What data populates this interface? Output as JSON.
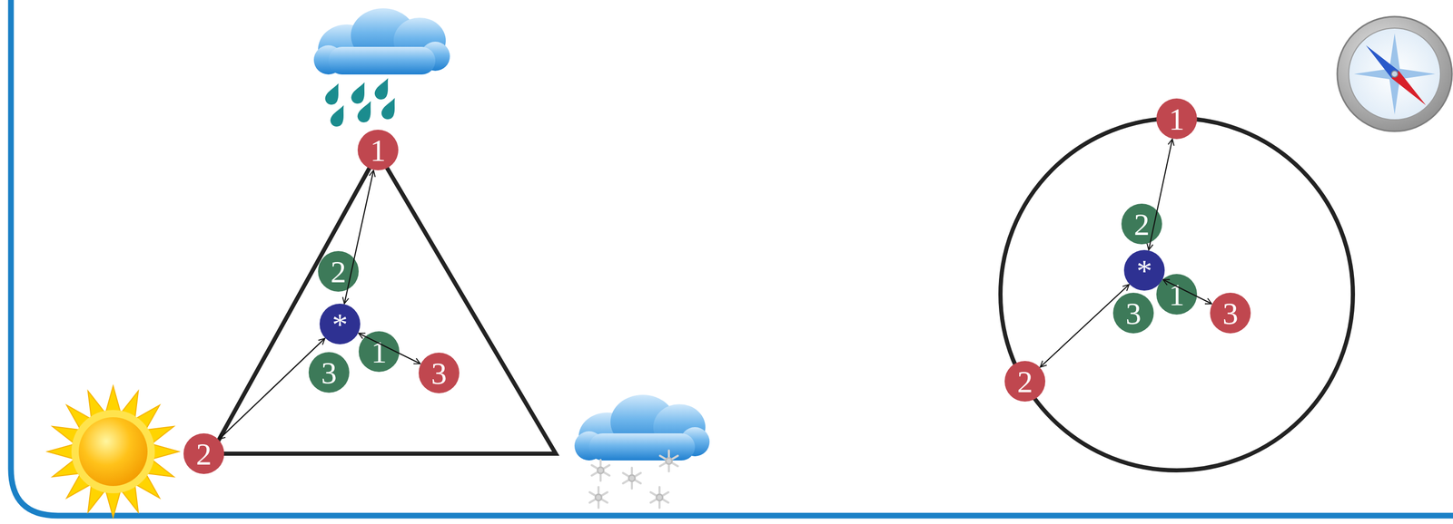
{
  "diagram": {
    "nodes": [
      {
        "text": [
          "1"
        ]
      },
      {
        "text": [
          "2"
        ]
      },
      {
        "text": [
          "*"
        ]
      },
      {
        "text": [
          "1"
        ]
      },
      {
        "text": [
          "3"
        ]
      },
      {
        "text": [
          "3"
        ]
      },
      {
        "text": [
          "2"
        ]
      },
      {
        "text": [
          "1"
        ]
      },
      {
        "text": [
          "2"
        ]
      },
      {
        "text": [
          "*"
        ]
      },
      {
        "text": [
          "1"
        ]
      },
      {
        "text": [
          "3"
        ]
      },
      {
        "text": [
          "3"
        ]
      },
      {
        "text": [
          "2"
        ]
      }
    ],
    "edges": [
      {
        "from": 2,
        "to": 0,
        "arrow": "both"
      },
      {
        "from": 2,
        "to": 6,
        "arrow": "both"
      },
      {
        "from": 2,
        "to": 4,
        "arrow": "both"
      },
      {
        "from": 9,
        "to": 7,
        "arrow": "both"
      },
      {
        "from": 9,
        "to": 13,
        "arrow": "both"
      },
      {
        "from": 9,
        "to": 11,
        "arrow": "both"
      }
    ]
  }
}
